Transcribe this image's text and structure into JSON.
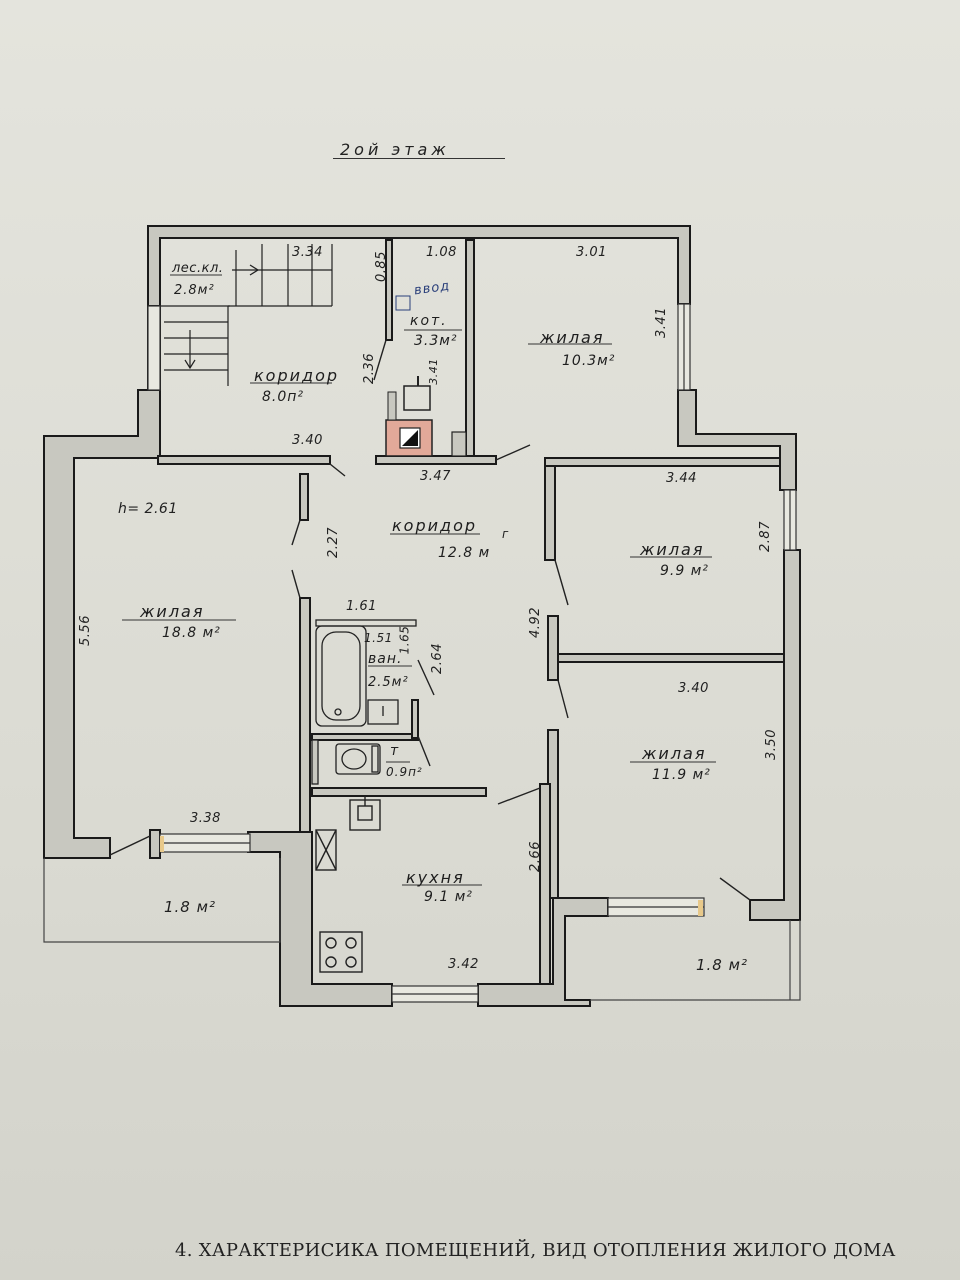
{
  "floor_title": "2ой этаж",
  "height_label": "h= 2.61",
  "rooms": {
    "stair": {
      "name": "лес.кл.",
      "area": "2.8м²"
    },
    "corridor_top": {
      "name": "коридор",
      "area": "8.0п²"
    },
    "boiler": {
      "name": "кот.",
      "area": "3.3м²"
    },
    "living_top_right": {
      "name": "жилая",
      "area": "10.3м²"
    },
    "corridor_center": {
      "name": "коридор",
      "unit": "г",
      "area": "12.8 м"
    },
    "living_left": {
      "name": "жилая",
      "area": "18.8 м²"
    },
    "living_mid_right": {
      "name": "жилая",
      "area": "9.9 м²"
    },
    "bath": {
      "name": "ван.",
      "area": "2.5м²"
    },
    "wc": {
      "name": "т",
      "area": "0.9п²"
    },
    "living_bottom_right": {
      "name": "жилая",
      "area": "11.9 м²"
    },
    "kitchen": {
      "name": "кухня",
      "area": "9.1 м²"
    },
    "balcony_left": {
      "area": "1.8 м²"
    },
    "balcony_right": {
      "area": "1.8 м²"
    }
  },
  "handwritten_note": "ввод",
  "dimensions": {
    "d334": "3.34",
    "d085": "0.85",
    "d108": "1.08",
    "d301": "3.01",
    "d341a": "3.41",
    "d236": "2.36",
    "d341b": "3.41",
    "d340a": "3.40",
    "d347": "3.47",
    "d344": "3.44",
    "d227": "2.27",
    "d287": "2.87",
    "d556": "5.56",
    "d161": "1.61",
    "d151": "1.51",
    "d165": "1.65",
    "d264": "2.64",
    "d492": "4.92",
    "d340b": "3.40",
    "d350": "3.50",
    "d338": "3.38",
    "d266": "2.66",
    "d342": "3.42"
  },
  "footer_text": "4. ХАРАКТЕРИСИКА ПОМЕЩЕНИЙ, ВИД ОТОПЛЕНИЯ ЖИЛОГО ДОМА",
  "colors": {
    "wall_fill": "#c8c8c0",
    "wall_stroke": "#1a1a1a",
    "stove_accent": "#e2a999",
    "window_accent": "#e8c98a"
  }
}
